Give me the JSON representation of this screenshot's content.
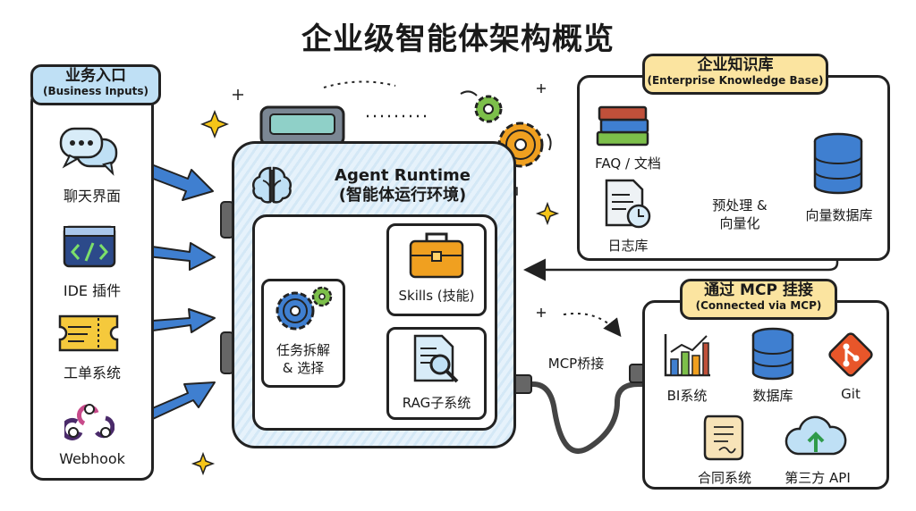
{
  "title": "企业级智能体架构概览",
  "business_inputs": {
    "header": "业务入口",
    "header_en": "(Business Inputs)",
    "items": [
      {
        "label": "聊天界面",
        "icon": "chat-bubbles-icon"
      },
      {
        "label": "IDE 插件",
        "icon": "code-window-icon"
      },
      {
        "label": "工单系统",
        "icon": "ticket-icon"
      },
      {
        "label": "Webhook",
        "icon": "webhook-icon"
      }
    ]
  },
  "runtime": {
    "title": "Agent Runtime",
    "subtitle": "(智能体运行环境)",
    "task": "任务拆解\n& 选择",
    "task_l1": "任务拆解",
    "task_l2": "& 选择",
    "skills": "Skills (技能)",
    "rag": "RAG子系统"
  },
  "knowledge_base": {
    "header": "企业知识库",
    "header_en": "(Enterprise Knowledge Base)",
    "faq": "FAQ / 文档",
    "logs": "日志库",
    "preprocess_l1": "预处理 &",
    "preprocess_l2": "向量化",
    "vector_db": "向量数据库"
  },
  "mcp": {
    "bridge_label": "MCP桥接",
    "header": "通过 MCP 挂接",
    "header_en": "(Connected via MCP)",
    "items": [
      {
        "label": "BI系统",
        "icon": "bar-chart-icon"
      },
      {
        "label": "数据库",
        "icon": "database-icon"
      },
      {
        "label": "Git",
        "icon": "git-icon"
      },
      {
        "label": "合同系统",
        "icon": "scroll-icon"
      },
      {
        "label": "第三方 API",
        "icon": "cloud-upload-icon"
      }
    ]
  },
  "colors": {
    "accent_blue": "#3f7fd0",
    "panel_blue": "#bfe0f5",
    "panel_yellow": "#fbe4a0",
    "gear_orange": "#f0a020",
    "gear_green": "#7cbf4a"
  }
}
